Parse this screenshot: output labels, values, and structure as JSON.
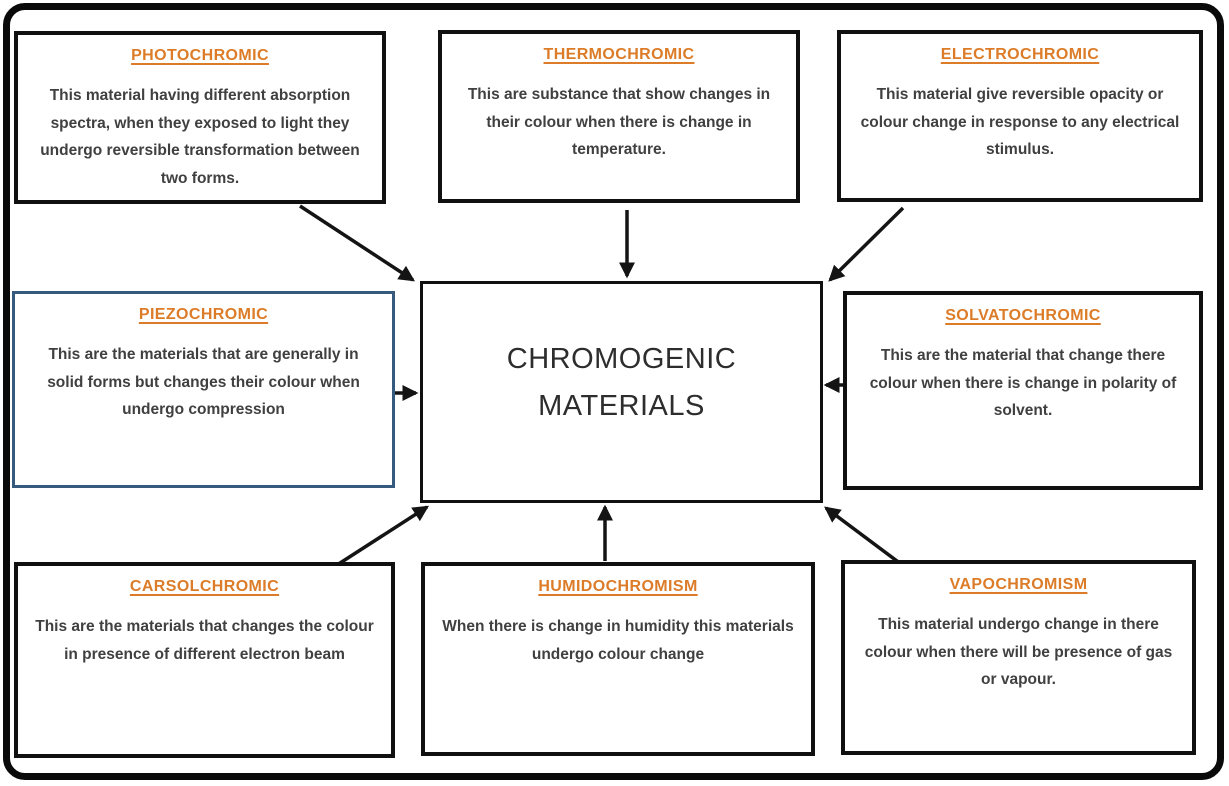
{
  "diagram": {
    "center": {
      "title": "CHROMOGENIC MATERIALS"
    },
    "nodes": [
      {
        "title": "PHOTOCHROMIC",
        "description": "This material having different absorption spectra, when they exposed to light they undergo reversible transformation between two forms."
      },
      {
        "title": "THERMOCHROMIC",
        "description": "This are substance that show changes in their colour when there is change in temperature."
      },
      {
        "title": "ELECTROCHROMIC",
        "description": "This material give reversible opacity or colour change in response to any electrical stimulus."
      },
      {
        "title": "PIEZOCHROMIC",
        "description": "This are the materials that are generally in solid forms but changes their colour when undergo compression"
      },
      {
        "title": "SOLVATOCHROMIC",
        "description": "This are the material that change there colour when there is change in polarity of solvent."
      },
      {
        "title": "CARSOLCHROMIC",
        "description": "This are the materials that changes the colour in presence of different electron beam"
      },
      {
        "title": "HUMIDOCHROMISM",
        "description": "When there is change in humidity this materials undergo colour change"
      },
      {
        "title": "VAPOCHROMISM",
        "description": "This material undergo change in there colour when there will be presence of gas or vapour."
      }
    ],
    "colors": {
      "heading_orange": "#dc7c28",
      "box_border_black": "#101010",
      "piezochromic_border_blue": "#36597e",
      "body_text": "#404040",
      "center_title_text": "#2d2d2d"
    }
  }
}
